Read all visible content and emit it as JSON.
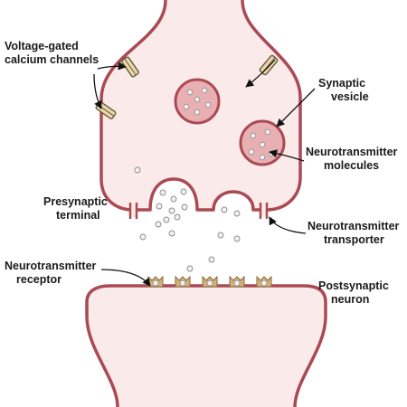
{
  "labels": {
    "voltage_gated_line1": "Voltage-gated",
    "voltage_gated_line2": "calcium channels",
    "synaptic_line1": "Synaptic",
    "synaptic_line2": "vesicle",
    "nt_molecules_line1": "Neurotransmitter",
    "nt_molecules_line2": "molecules",
    "presynaptic_line1": "Presynaptic",
    "presynaptic_line2": "terminal",
    "nt_transporter_line1": "Neurotransmitter",
    "nt_transporter_line2": "transporter",
    "nt_receptor_line1": "Neurotransmitter",
    "nt_receptor_line2": "receptor",
    "postsynaptic_line1": "Postsynaptic",
    "postsynaptic_line2": "neuron"
  },
  "colors": {
    "membrane": "#a94a55",
    "cytoplasm": "#fbeaea",
    "vesicle_fill": "#e9b0b3",
    "molecule_fill": "#f2f2f2",
    "molecule_stroke": "#8a8a8a",
    "receptor_fill": "#d4b07a",
    "channel_fill": "#e8d8ad",
    "pointer": "#111111"
  }
}
